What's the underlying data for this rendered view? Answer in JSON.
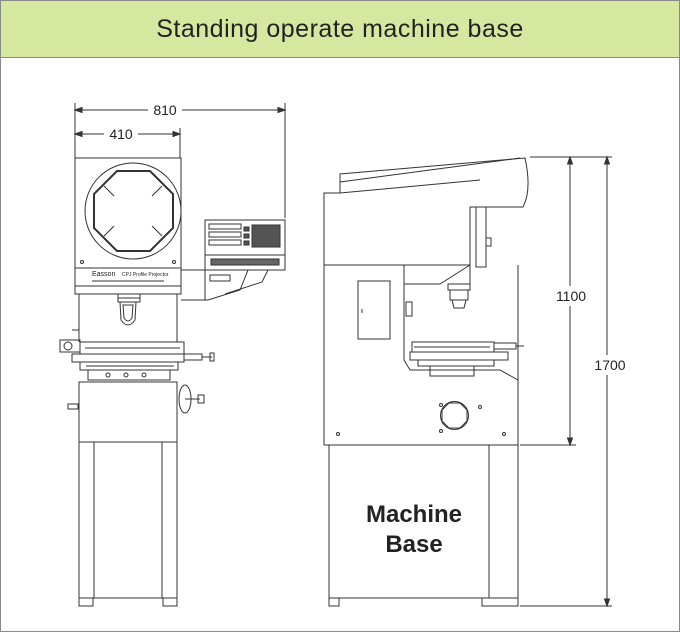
{
  "header": {
    "title": "Standing operate machine base"
  },
  "dimensions": {
    "overall_width": "810",
    "head_width": "410",
    "height_upper": "1100",
    "height_total": "1700"
  },
  "front_view": {
    "brand": "Easson",
    "model": "CPJ Profile Projector"
  },
  "side_view": {
    "base_label_line1": "Machine",
    "base_label_line2": "Base"
  }
}
